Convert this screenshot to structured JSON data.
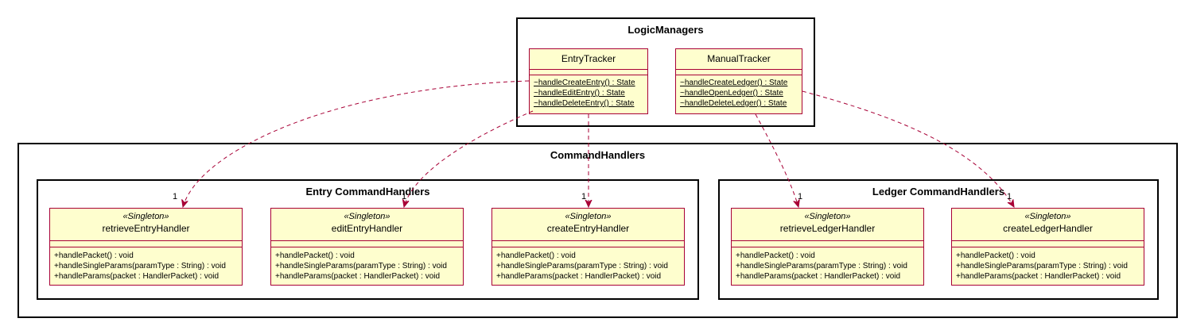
{
  "logic_managers": {
    "title": "LogicManagers",
    "entry_tracker": {
      "name": "EntryTracker",
      "methods": [
        "~handleCreateEntry() : State",
        "~handleEditEntry() : State",
        "~handleDeleteEntry() : State"
      ]
    },
    "manual_tracker": {
      "name": "ManualTracker",
      "methods": [
        "~handleCreateLedger() : State",
        "~handleOpenLedger() : State",
        "~handleDeleteLedger() : State"
      ]
    }
  },
  "command_handlers": {
    "title": "CommandHandlers",
    "entry_group": {
      "title": "Entry CommandHandlers",
      "classes": [
        {
          "stereotype": "«Singleton»",
          "name": "retrieveEntryHandler"
        },
        {
          "stereotype": "«Singleton»",
          "name": "editEntryHandler"
        },
        {
          "stereotype": "«Singleton»",
          "name": "createEntryHandler"
        }
      ]
    },
    "ledger_group": {
      "title": "Ledger CommandHandlers",
      "classes": [
        {
          "stereotype": "«Singleton»",
          "name": "retrieveLedgerHandler"
        },
        {
          "stereotype": "«Singleton»",
          "name": "createLedgerHandler"
        }
      ]
    },
    "handler_methods": [
      "+handlePacket() : void",
      "+handleSingleParams(paramType : String) : void",
      "+handleParams(packet : HandlerPacket) : void"
    ]
  },
  "multiplicity": "1",
  "colors": {
    "class_fill": "#FEFECE",
    "class_border": "#A80036",
    "arrow": "#A80036"
  }
}
